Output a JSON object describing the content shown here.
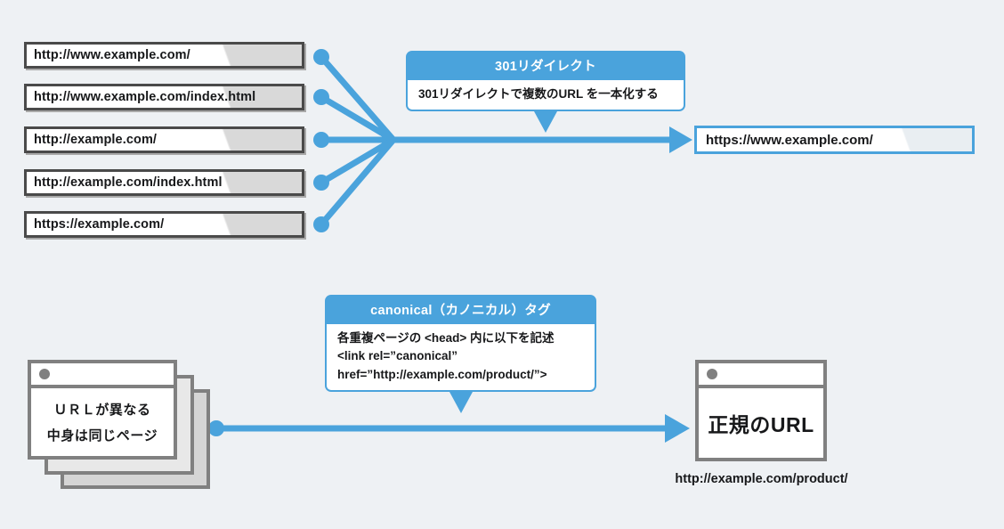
{
  "theme": {
    "background": "#eef1f4",
    "accent_blue": "#4aa3dc",
    "line_blue": "#4aa3dc",
    "box_border_gray": "#4a4a4a",
    "window_gray": "#808080",
    "text_color": "#17181a"
  },
  "source_urls": [
    {
      "label": "http://www.example.com/"
    },
    {
      "label": "http://www.example.com/index.html"
    },
    {
      "label": "http://example.com/"
    },
    {
      "label": "http://example.com/index.html"
    },
    {
      "label": "https://example.com/"
    }
  ],
  "redirect_callout": {
    "title": "301リダイレクト",
    "lines": [
      "301リダイレクトで複数のURL を一本化する"
    ]
  },
  "destination": {
    "label": "https://www.example.com/"
  },
  "canonical_callout": {
    "title": "canonical（カノニカル）タグ",
    "lines": [
      "各重複ページの <head> 内に以下を記述",
      "<link rel=”canonical”",
      "href=”http://example.com/product/”>"
    ]
  },
  "duplicate_pages": {
    "line1": "ＵＲＬが異なる",
    "line2": "中身は同じページ"
  },
  "canonical_page": {
    "title": "正規のURL",
    "caption": "http://example.com/product/"
  },
  "icons": {
    "window_dot": "window-dot-icon",
    "node_dot": "node-dot-icon",
    "arrow": "arrow-right-icon",
    "callout_tail": "callout-tail-icon"
  }
}
